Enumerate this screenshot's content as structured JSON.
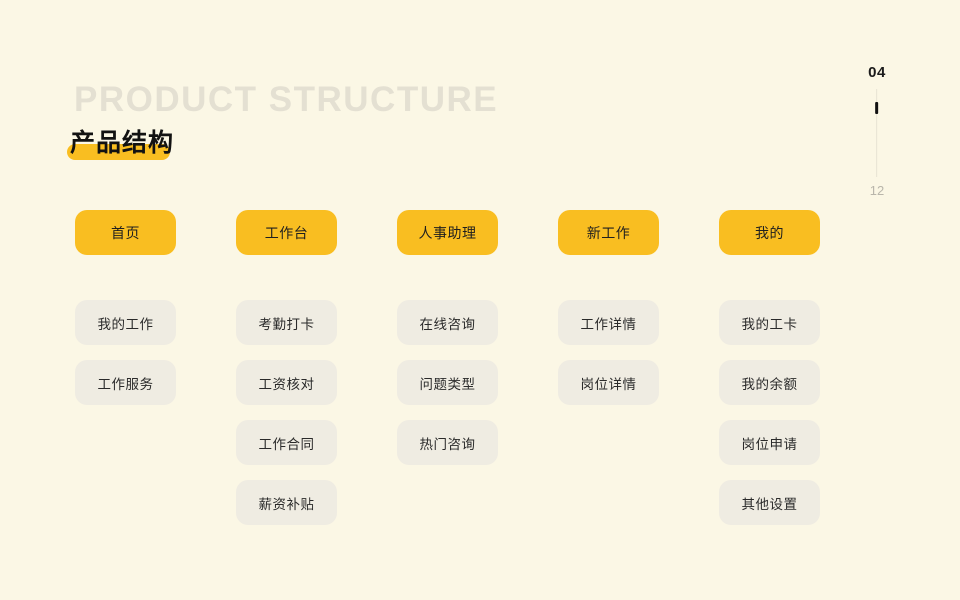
{
  "slide": {
    "watermark": "PRODUCT STRUCTURE",
    "title": "产品结构",
    "page_current": "04",
    "page_total": "12"
  },
  "colors": {
    "background": "#FBF7E5",
    "accent_yellow": "#F9BE21",
    "watermark_gray": "#E4E0D2",
    "card_gray": "#EFECE2",
    "text_dark": "#1F1F1F",
    "pager_line": "#E6E2D4",
    "page_total_gray": "#B9B6AB"
  },
  "columns": [
    {
      "header": "首页",
      "items": [
        "我的工作",
        "工作服务"
      ]
    },
    {
      "header": "工作台",
      "items": [
        "考勤打卡",
        "工资核对",
        "工作合同",
        "薪资补贴"
      ]
    },
    {
      "header": "人事助理",
      "items": [
        "在线咨询",
        "问题类型",
        "热门咨询"
      ]
    },
    {
      "header": "新工作",
      "items": [
        "工作详情",
        "岗位详情"
      ]
    },
    {
      "header": "我的",
      "items": [
        "我的工卡",
        "我的余额",
        "岗位申请",
        "其他设置"
      ]
    }
  ]
}
